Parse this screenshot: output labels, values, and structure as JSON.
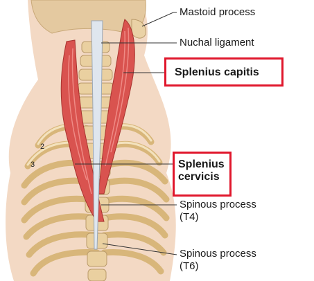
{
  "labels": {
    "mastoid": "Mastoid process",
    "nuchal": "Nuchal ligament",
    "splenius_capitis": "Splenius capitis",
    "splenius_cervicis_1": "Splenius",
    "splenius_cervicis_2": "cervicis",
    "spinous_t4_1": "Spinous process",
    "spinous_t4_2": "(T4)",
    "spinous_t6_1": "Spinous process",
    "spinous_t6_2": "(T6)"
  },
  "rib_numbers": {
    "two": "2",
    "three": "3"
  },
  "colors": {
    "highlight": "#e0162b",
    "bone": "#e9cf98",
    "muscle": "#d9534f",
    "skin": "#f3d9c4",
    "ligament": "#dfe6ee",
    "leader": "#333333"
  }
}
